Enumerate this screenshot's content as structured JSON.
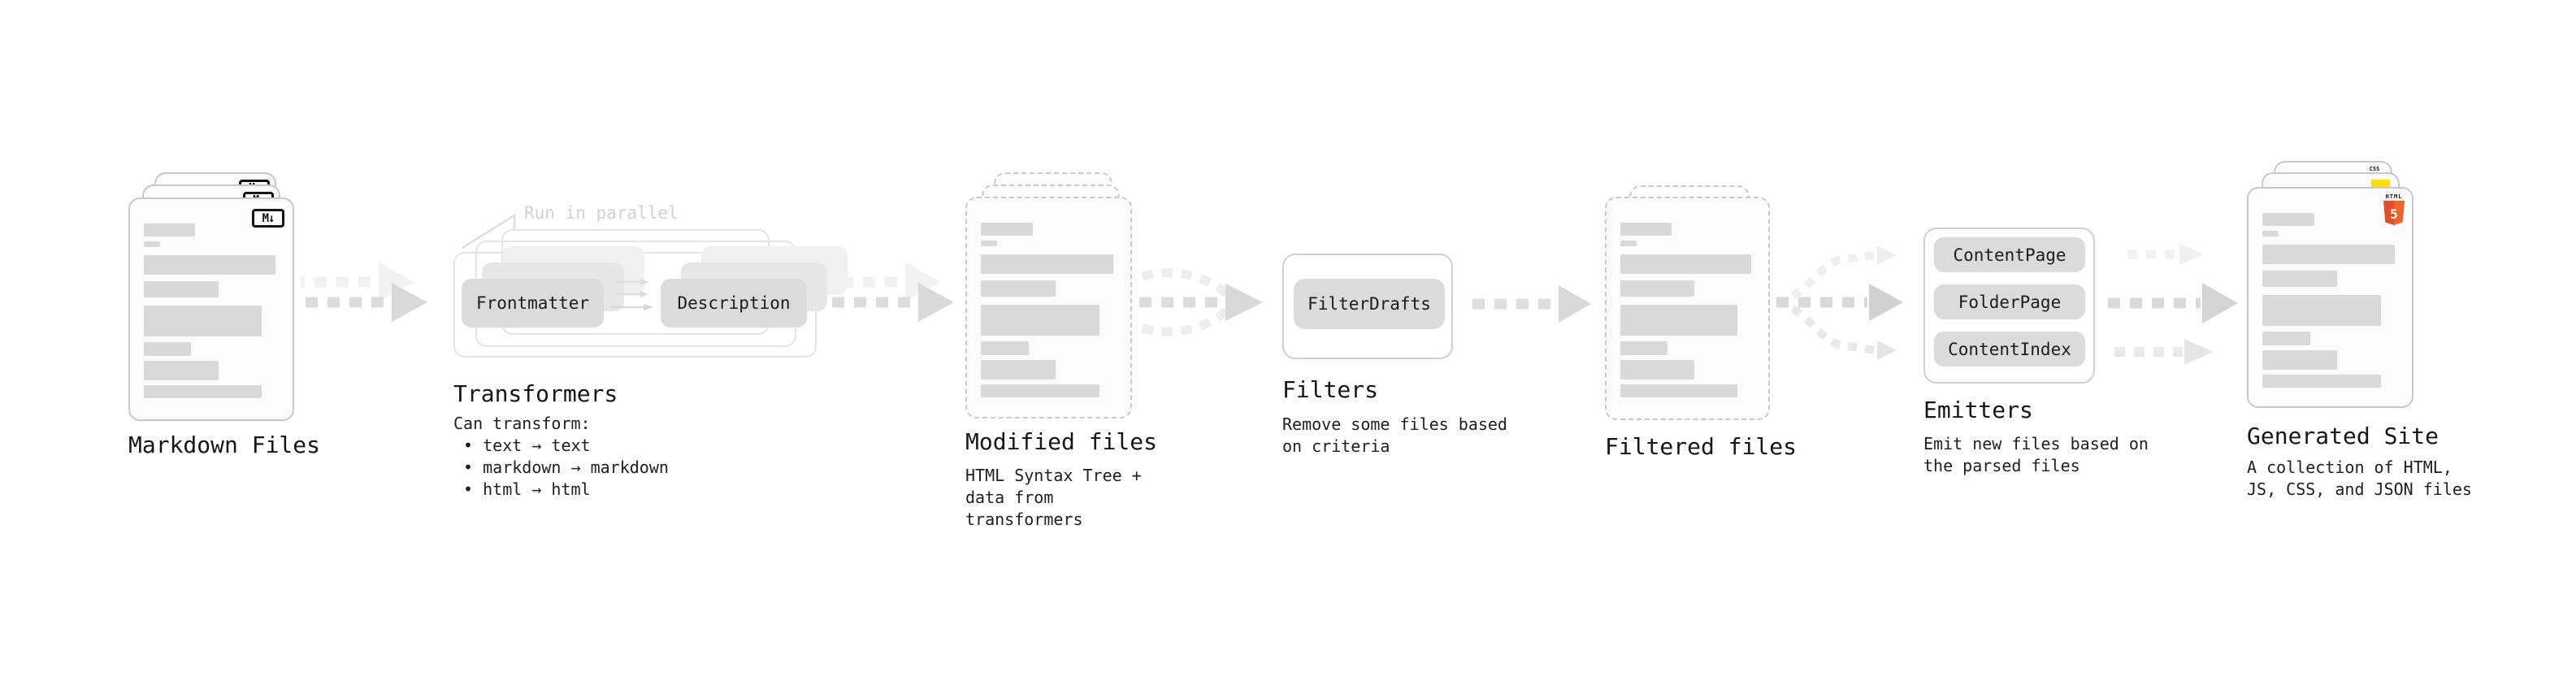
{
  "markdown": {
    "title": "Markdown Files",
    "badge": "M↓"
  },
  "transformers": {
    "title": "Transformers",
    "note": "Run in parallel",
    "box_frontmatter": "Frontmatter",
    "box_description": "Description",
    "desc": "Can transform:\n • text → text\n • markdown → markdown\n • html → html"
  },
  "modified": {
    "title": "Modified files",
    "desc": "HTML Syntax Tree +\ndata from transformers"
  },
  "filters": {
    "title": "Filters",
    "box": "FilterDrafts",
    "desc": "Remove some files based\non criteria"
  },
  "filtered": {
    "title": "Filtered files"
  },
  "emitters": {
    "title": "Emitters",
    "boxes": [
      "ContentPage",
      "FolderPage",
      "ContentIndex"
    ],
    "desc": "Emit new files based on\nthe parsed files"
  },
  "generated": {
    "title": "Generated Site",
    "desc": "A collection of HTML,\nJS, CSS, and JSON files",
    "badge_css": "CSS",
    "badge_html": "HTML",
    "badge_five": "5"
  },
  "colors": {
    "html5_orange": "#e44d26",
    "html5_orange_light": "#f16529",
    "js_yellow": "#ffde00",
    "css_blue": "#2965f1",
    "arrow_gray": "#d9d9d9",
    "arrow_light": "#f1f1f1"
  }
}
